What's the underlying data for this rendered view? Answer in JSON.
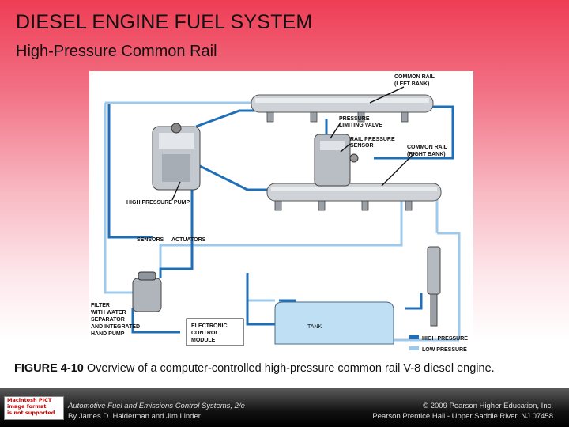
{
  "slide": {
    "title": "DIESEL ENGINE FUEL SYSTEM",
    "subtitle": "High-Pressure Common Rail"
  },
  "diagram": {
    "labels": {
      "rail_left_1": "COMMON RAIL",
      "rail_left_2": "(LEFT BANK)",
      "plv_1": "PRESSURE",
      "plv_2": "LIMITING VALVE",
      "rps_1": "RAIL PRESSURE",
      "rps_2": "SENSOR",
      "rail_right_1": "COMMON RAIL",
      "rail_right_2": "(RIGHT BANK)",
      "hp_pump": "HIGH PRESSURE PUMP",
      "sensors": "SENSORS",
      "actuators": "ACTUATORS",
      "filter_1": "FILTER",
      "filter_2": "WITH WATER",
      "filter_3": "SEPARATOR",
      "filter_4": "AND INTEGRATED",
      "filter_5": "HAND PUMP",
      "ecm_1": "ELECTRONIC",
      "ecm_2": "CONTROL",
      "ecm_3": "MODULE",
      "tank": "TANK"
    },
    "legend": {
      "high": "HIGH PRESSURE",
      "low": "LOW PRESSURE"
    },
    "colors": {
      "high_pressure": "#1f6fb8",
      "low_pressure": "#9fc9ea",
      "tank_fill": "#bfe0f4"
    }
  },
  "caption": {
    "figure_no": "FIGURE 4-10",
    "text": " Overview of a computer-controlled high-pressure common rail V-8 diesel engine."
  },
  "footer": {
    "badge": [
      "Macintosh PICT",
      "image format",
      "is not supported"
    ],
    "book_title": "Automotive Fuel and Emissions Control Systems, 2/e",
    "authors": "By James D. Halderman and Jim Linder",
    "copyright": "© 2009 Pearson Higher Education, Inc.",
    "publisher": "Pearson Prentice Hall - Upper Saddle River, NJ 07458"
  }
}
